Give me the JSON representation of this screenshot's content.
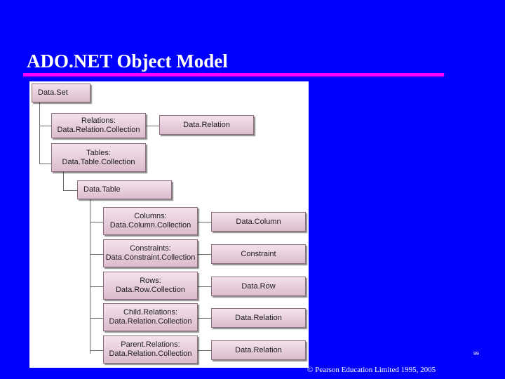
{
  "slide": {
    "title": "ADO.NET Object Model",
    "page_number": "99",
    "copyright": "© Pearson Education Limited 1995, 2005"
  },
  "diagram": {
    "dataset": "Data.Set",
    "relations": {
      "line1": "Relations:",
      "line2": "Data.Relation.Collection"
    },
    "data_relation_top": "Data.Relation",
    "tables": {
      "line1": "Tables:",
      "line2": "Data.Table.Collection"
    },
    "datatable": "Data.Table",
    "columns": {
      "line1": "Columns:",
      "line2": "Data.Column.Collection"
    },
    "datacolumn": "Data.Column",
    "constraints": {
      "line1": "Constraints:",
      "line2": "Data.Constraint.Collection"
    },
    "constraint": "Constraint",
    "rows": {
      "line1": "Rows:",
      "line2": "Data.Row.Collection"
    },
    "datarow": "Data.Row",
    "childrelations": {
      "line1": "Child.Relations:",
      "line2": "Data.Relation.Collection"
    },
    "data_relation_child": "Data.Relation",
    "parentrelations": {
      "line1": "Parent.Relations:",
      "line2": "Data.Relation.Collection"
    },
    "data_relation_parent": "Data.Relation"
  },
  "colors": {
    "background": "#0000ff",
    "title_rule": "#ff00ff",
    "box_fill": "#e8cddc"
  }
}
